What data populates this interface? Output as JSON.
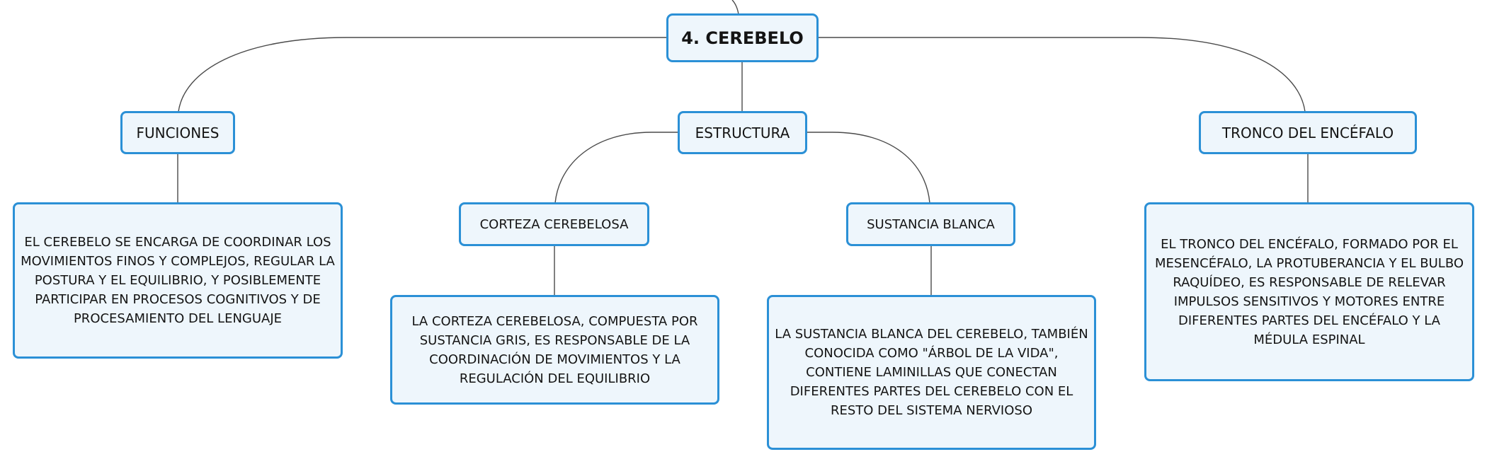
{
  "colors": {
    "node_border": "#2b90d6",
    "node_fill": "#eef6fc",
    "connector": "#4a4a4a",
    "text": "#141414"
  },
  "mindmap": {
    "root": {
      "label": "4. CEREBELO"
    },
    "funciones": {
      "label": "FUNCIONES",
      "description": "EL CEREBELO SE ENCARGA DE COORDINAR LOS MOVIMIENTOS FINOS Y COMPLEJOS, REGULAR LA POSTURA Y EL EQUILIBRIO, Y POSIBLEMENTE PARTICIPAR EN PROCESOS COGNITIVOS Y DE PROCESAMIENTO DEL LENGUAJE"
    },
    "estructura": {
      "label": "ESTRUCTURA",
      "corteza": {
        "label": "CORTEZA CEREBELOSA",
        "description": "LA CORTEZA CEREBELOSA, COMPUESTA POR SUSTANCIA GRIS, ES RESPONSABLE DE LA COORDINACIÓN DE MOVIMIENTOS Y LA REGULACIÓN DEL EQUILIBRIO"
      },
      "sustancia": {
        "label": "SUSTANCIA BLANCA",
        "description": "LA SUSTANCIA BLANCA DEL CEREBELO, TAMBIÉN CONOCIDA COMO \"ÁRBOL DE LA VIDA\", CONTIENE LAMINILLAS QUE CONECTAN DIFERENTES PARTES DEL CEREBELO CON EL RESTO DEL SISTEMA NERVIOSO"
      }
    },
    "tronco": {
      "label": "TRONCO DEL ENCÉFALO",
      "description": "EL TRONCO DEL ENCÉFALO, FORMADO POR EL MESENCÉFALO, LA PROTUBERANCIA Y EL BULBO RAQUÍDEO, ES RESPONSABLE DE RELEVAR IMPULSOS SENSITIVOS Y MOTORES ENTRE DIFERENTES PARTES DEL ENCÉFALO Y LA MÉDULA ESPINAL"
    }
  }
}
